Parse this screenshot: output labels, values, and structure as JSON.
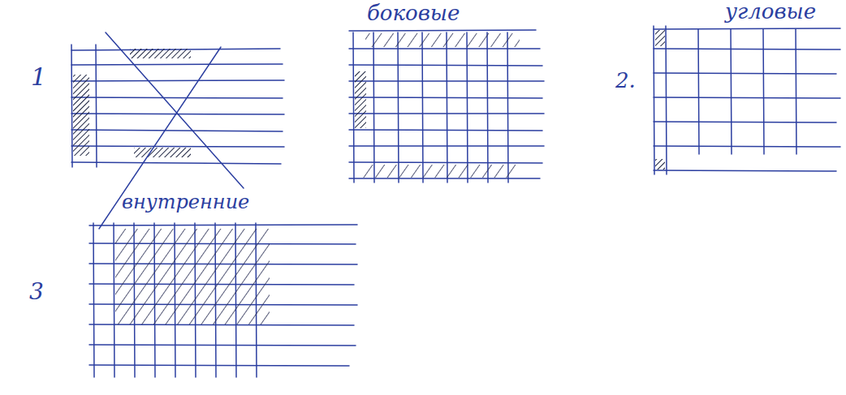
{
  "diagram": {
    "labels": [
      "1",
      "боковые",
      "угловые",
      "2.",
      "внутренние",
      "3"
    ]
  }
}
